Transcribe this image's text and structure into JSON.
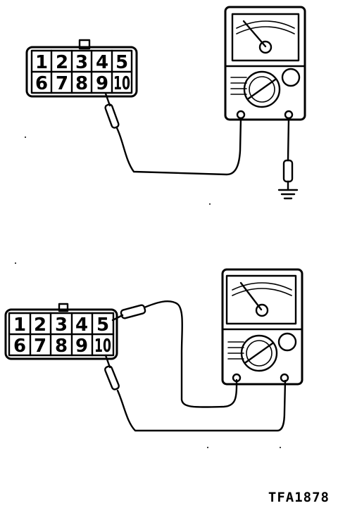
{
  "figure": {
    "reference_code": "TFA1878",
    "connector_pins_top_row": [
      "1",
      "2",
      "3",
      "4",
      "5"
    ],
    "connector_pins_bottom_row": [
      "6",
      "7",
      "8",
      "9",
      "10"
    ]
  },
  "colors": {
    "ink": "#000000",
    "paper": "#ffffff"
  },
  "icons": [
    "connector-icon",
    "multimeter-icon",
    "test-probe-icon",
    "ground-symbol-icon"
  ]
}
